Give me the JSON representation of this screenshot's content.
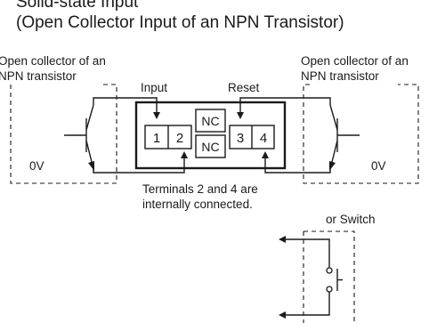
{
  "title": {
    "line1": "Solid-state Input",
    "line2": "(Open Collector Input of an NPN Transistor)"
  },
  "left_device": {
    "label_line1": "Open collector of an",
    "label_line2": "NPN transistor",
    "ground_label": "0V"
  },
  "right_device": {
    "label_line1": "Open collector of an",
    "label_line2": "NPN transistor",
    "ground_label": "0V"
  },
  "terminal_block": {
    "input_label": "Input",
    "reset_label": "Reset",
    "terminals": [
      "1",
      "2",
      "3",
      "4"
    ],
    "nc_top": "NC",
    "nc_bottom": "NC"
  },
  "note": {
    "line1": "Terminals 2 and 4 are",
    "line2": "internally connected."
  },
  "switch_device": {
    "label": "or Switch"
  }
}
